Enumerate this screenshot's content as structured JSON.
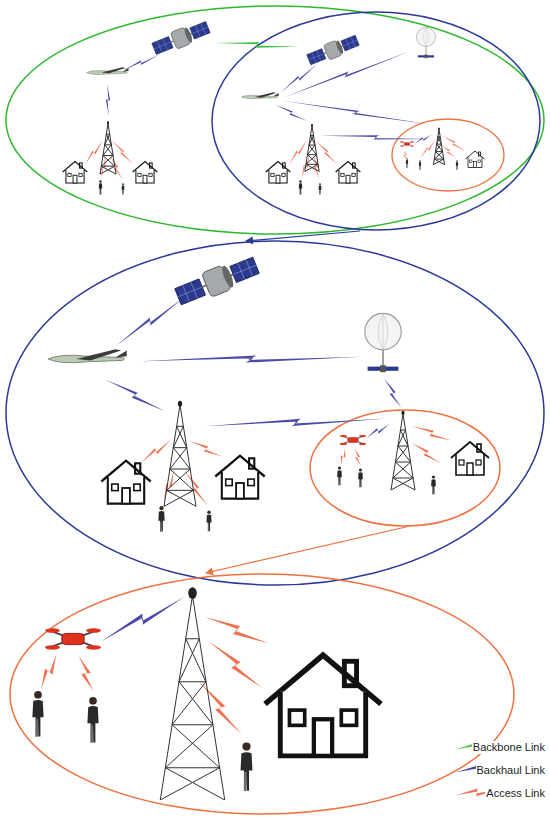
{
  "diagram": {
    "legend": [
      {
        "text": "Backbone Link"
      },
      {
        "text": "Backhaul Link"
      },
      {
        "text": "Access Link"
      }
    ]
  }
}
